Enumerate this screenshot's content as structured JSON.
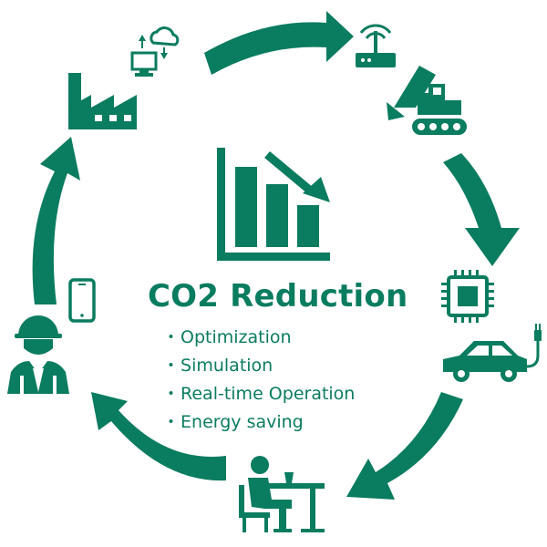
{
  "center": {
    "title": "CO2 Reduction",
    "bullets": [
      "Optimization",
      "Simulation",
      "Real-time Operation",
      "Energy saving"
    ]
  },
  "icons": [
    "factory-icon",
    "cloud-computer-sync-icon",
    "router-icon",
    "excavator-icon",
    "chip-icon",
    "electric-car-icon",
    "office-worker-icon",
    "smartphone-icon",
    "construction-worker-icon",
    "bar-chart-decline-icon"
  ],
  "colors": {
    "primary": "#0a7c5f",
    "background": "#ffffff"
  }
}
